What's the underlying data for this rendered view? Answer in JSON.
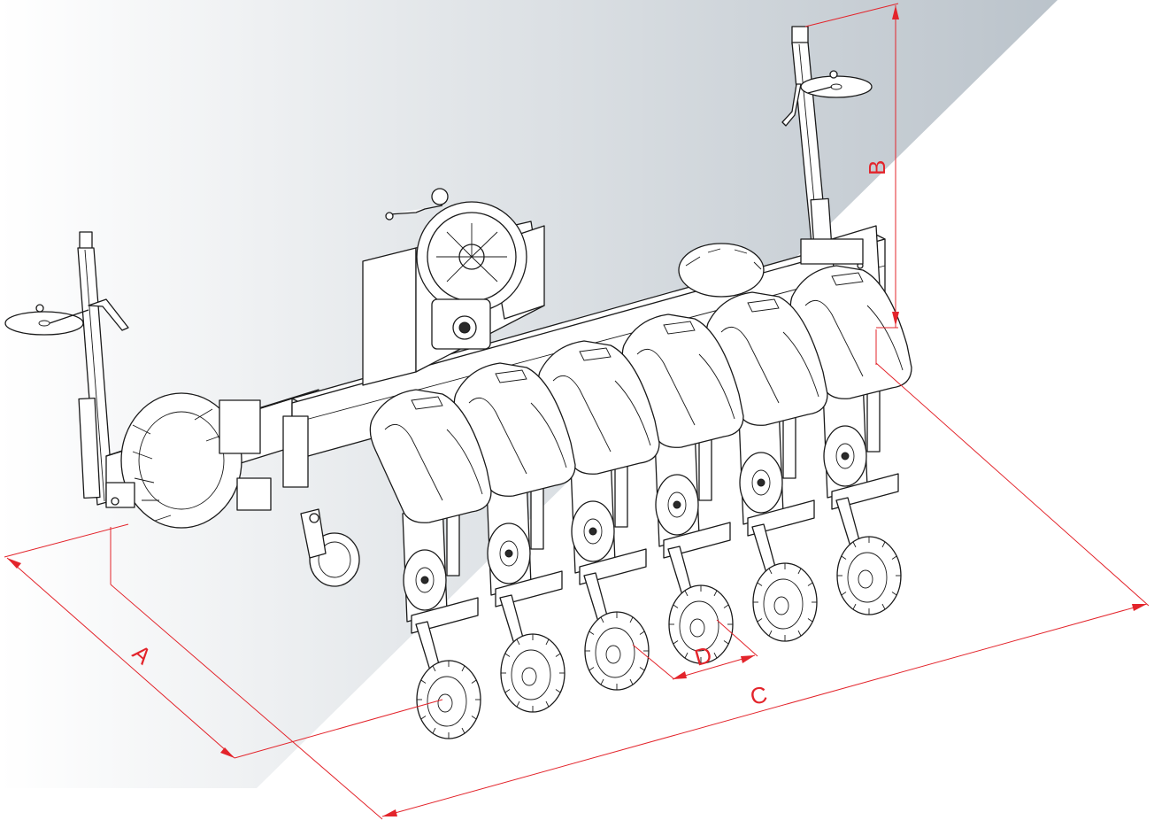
{
  "colors": {
    "dimension_lines": "#e3242b",
    "background_gradient_start": "#ffffff",
    "background_gradient_end": "#b7c0c8",
    "line_art": "#1a1a1a"
  },
  "dimensions": {
    "a": "A",
    "b": "B",
    "c": "C",
    "d": "D"
  },
  "machine": {
    "row_units": 6,
    "row_marker_count": 2
  }
}
